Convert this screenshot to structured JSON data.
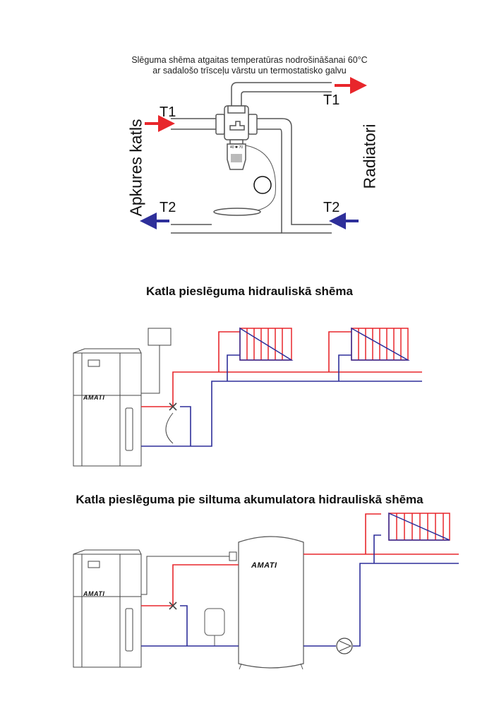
{
  "diagram1": {
    "caption_line1": "Slēguma shēma atgaitas temperatūras nodrošināšanai 60°C",
    "caption_line2": "ar sadalošo trīsceļu vārstu un termostatisko galvu",
    "left_label": "Apkures katls",
    "right_label": "Radiatori",
    "t1_left": "T1",
    "t1_right": "T1",
    "t2_left": "T2",
    "t2_right": "T2",
    "thermostat_scale": "40 ✱ 70"
  },
  "diagram2": {
    "title": "Katla pieslēguma hidrauliskā shēma",
    "boiler_brand": "AMATI"
  },
  "diagram3": {
    "title": "Katla pieslēguma pie siltuma akumulatora hidrauliskā shēma",
    "boiler_brand": "AMATI",
    "tank_brand": "AMATI"
  },
  "colors": {
    "supply": "#e8262b",
    "return": "#2e2f9a",
    "pipe": "#555555"
  }
}
